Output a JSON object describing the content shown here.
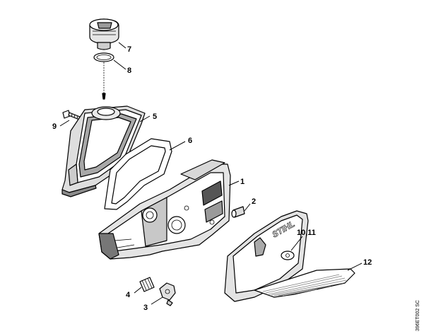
{
  "diagram": {
    "drawing_id": "396ET002 SC",
    "brand_mark": "STIHL",
    "callouts": {
      "c1": "1",
      "c2": "2",
      "c3": "3",
      "c4": "4",
      "c5": "5",
      "c6": "6",
      "c7": "7",
      "c8": "8",
      "c9": "9",
      "c10": "10,11",
      "c12": "12"
    }
  }
}
